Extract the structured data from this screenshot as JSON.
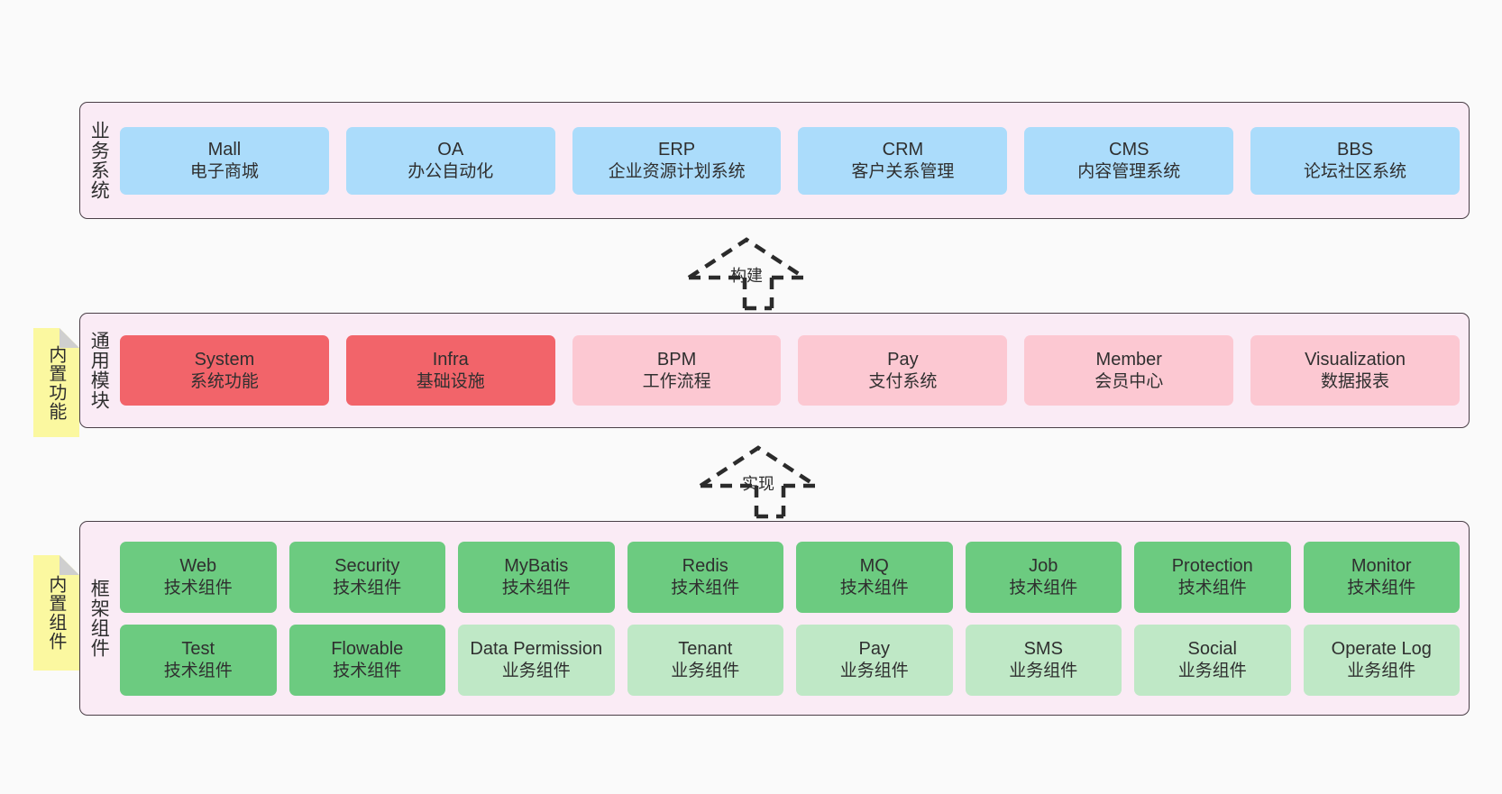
{
  "diagram": {
    "background": "#fafafa",
    "palette": {
      "layer_bg": "#faebf5",
      "layer_border": "#4a3f47",
      "blue": "#abdcfb",
      "red": "#f2646a",
      "pink": "#fcc8d2",
      "green": "#6ccb80",
      "light_green": "#bfe8c6",
      "note_yellow": "#fbf8a0",
      "note_fold": "#cfcfcf"
    }
  },
  "layers": [
    {
      "id": "business-systems",
      "title": "业务系统",
      "rows": [
        [
          {
            "en": "Mall",
            "cn": "电子商城",
            "color": "blue"
          },
          {
            "en": "OA",
            "cn": "办公自动化",
            "color": "blue"
          },
          {
            "en": "ERP",
            "cn": "企业资源计划系统",
            "color": "blue"
          },
          {
            "en": "CRM",
            "cn": "客户关系管理",
            "color": "blue"
          },
          {
            "en": "CMS",
            "cn": "内容管理系统",
            "color": "blue"
          },
          {
            "en": "BBS",
            "cn": "论坛社区系统",
            "color": "blue"
          }
        ]
      ]
    },
    {
      "id": "common-modules",
      "title": "通用模块",
      "note": "内置功能",
      "rows": [
        [
          {
            "en": "System",
            "cn": "系统功能",
            "color": "red"
          },
          {
            "en": "Infra",
            "cn": "基础设施",
            "color": "red"
          },
          {
            "en": "BPM",
            "cn": "工作流程",
            "color": "pink"
          },
          {
            "en": "Pay",
            "cn": "支付系统",
            "color": "pink"
          },
          {
            "en": "Member",
            "cn": "会员中心",
            "color": "pink"
          },
          {
            "en": "Visualization",
            "cn": "数据报表",
            "color": "pink"
          }
        ]
      ]
    },
    {
      "id": "framework-components",
      "title": "框架组件",
      "note": "内置组件",
      "rows": [
        [
          {
            "en": "Web",
            "cn": "技术组件",
            "color": "green"
          },
          {
            "en": "Security",
            "cn": "技术组件",
            "color": "green"
          },
          {
            "en": "MyBatis",
            "cn": "技术组件",
            "color": "green"
          },
          {
            "en": "Redis",
            "cn": "技术组件",
            "color": "green"
          },
          {
            "en": "MQ",
            "cn": "技术组件",
            "color": "green"
          },
          {
            "en": "Job",
            "cn": "技术组件",
            "color": "green"
          },
          {
            "en": "Protection",
            "cn": "技术组件",
            "color": "green"
          },
          {
            "en": "Monitor",
            "cn": "技术组件",
            "color": "green"
          }
        ],
        [
          {
            "en": "Test",
            "cn": "技术组件",
            "color": "green"
          },
          {
            "en": "Flowable",
            "cn": "技术组件",
            "color": "green"
          },
          {
            "en": "Data Permission",
            "cn": "业务组件",
            "color": "light_green"
          },
          {
            "en": "Tenant",
            "cn": "业务组件",
            "color": "light_green"
          },
          {
            "en": "Pay",
            "cn": "业务组件",
            "color": "light_green"
          },
          {
            "en": "SMS",
            "cn": "业务组件",
            "color": "light_green"
          },
          {
            "en": "Social",
            "cn": "业务组件",
            "color": "light_green"
          },
          {
            "en": "Operate Log",
            "cn": "业务组件",
            "color": "light_green"
          }
        ]
      ]
    }
  ],
  "connectors": [
    {
      "id": "build",
      "label": "构建"
    },
    {
      "id": "implement",
      "label": "实现"
    }
  ]
}
